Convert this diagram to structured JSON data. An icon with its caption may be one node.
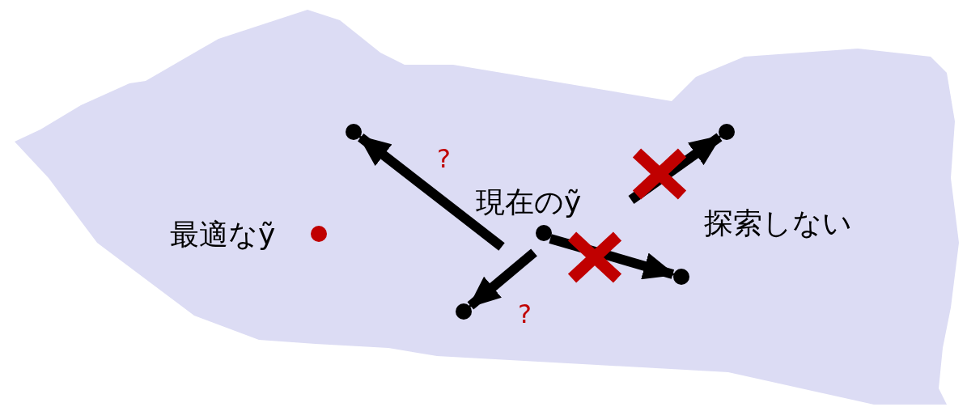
{
  "diagram": {
    "nodes": [
      {
        "text": [],
        "shape": "circle",
        "beside": [
          "現在のỹ"
        ]
      },
      {
        "text": [],
        "shape": "circle"
      },
      {
        "text": [],
        "shape": "circle"
      },
      {
        "text": [],
        "shape": "circle"
      },
      {
        "text": [],
        "shape": "circle"
      },
      {
        "text": [],
        "shape": "circle",
        "beside": [
          "最適なỹ"
        ]
      }
    ],
    "edges": [
      {
        "from": 0,
        "to": 1,
        "arrow": "to",
        "label": "?"
      },
      {
        "from": 0,
        "to": 2,
        "arrow": "to",
        "label": "?"
      },
      {
        "from": 0,
        "to": 3,
        "arrow": "to"
      },
      {
        "from": 0,
        "to": 4,
        "arrow": "to"
      }
    ],
    "labels": [
      "探索しない"
    ]
  }
}
